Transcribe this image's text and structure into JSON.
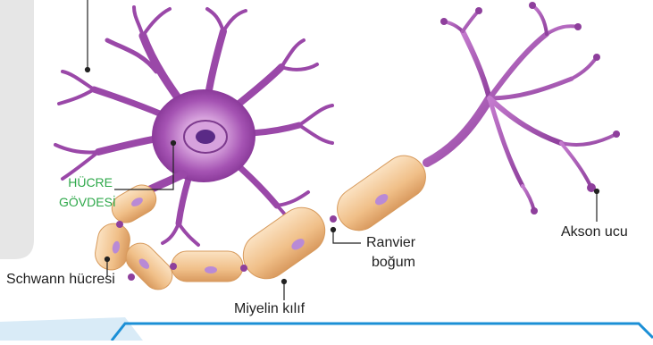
{
  "labels": {
    "cell_body_line1": "HÜCRE",
    "cell_body_line2": "GÖVDESİ",
    "schwann": "Schwann hücresi",
    "myelin": "Miyelin kılıf",
    "ranvier_line1": "Ranvier",
    "ranvier_line2": "boğum",
    "axon_terminal": "Akson ucu"
  },
  "colors": {
    "neuron_purple": "#8e3f9c",
    "neuron_light": "#c27fcf",
    "nucleus": "#5a2a86",
    "myelin_fill": "#f2c58f",
    "myelin_edge": "#d79a5c",
    "label_green": "#2ea84a",
    "frame_blue": "#1b8fd6",
    "panel_gray": "#e6e6e6"
  }
}
